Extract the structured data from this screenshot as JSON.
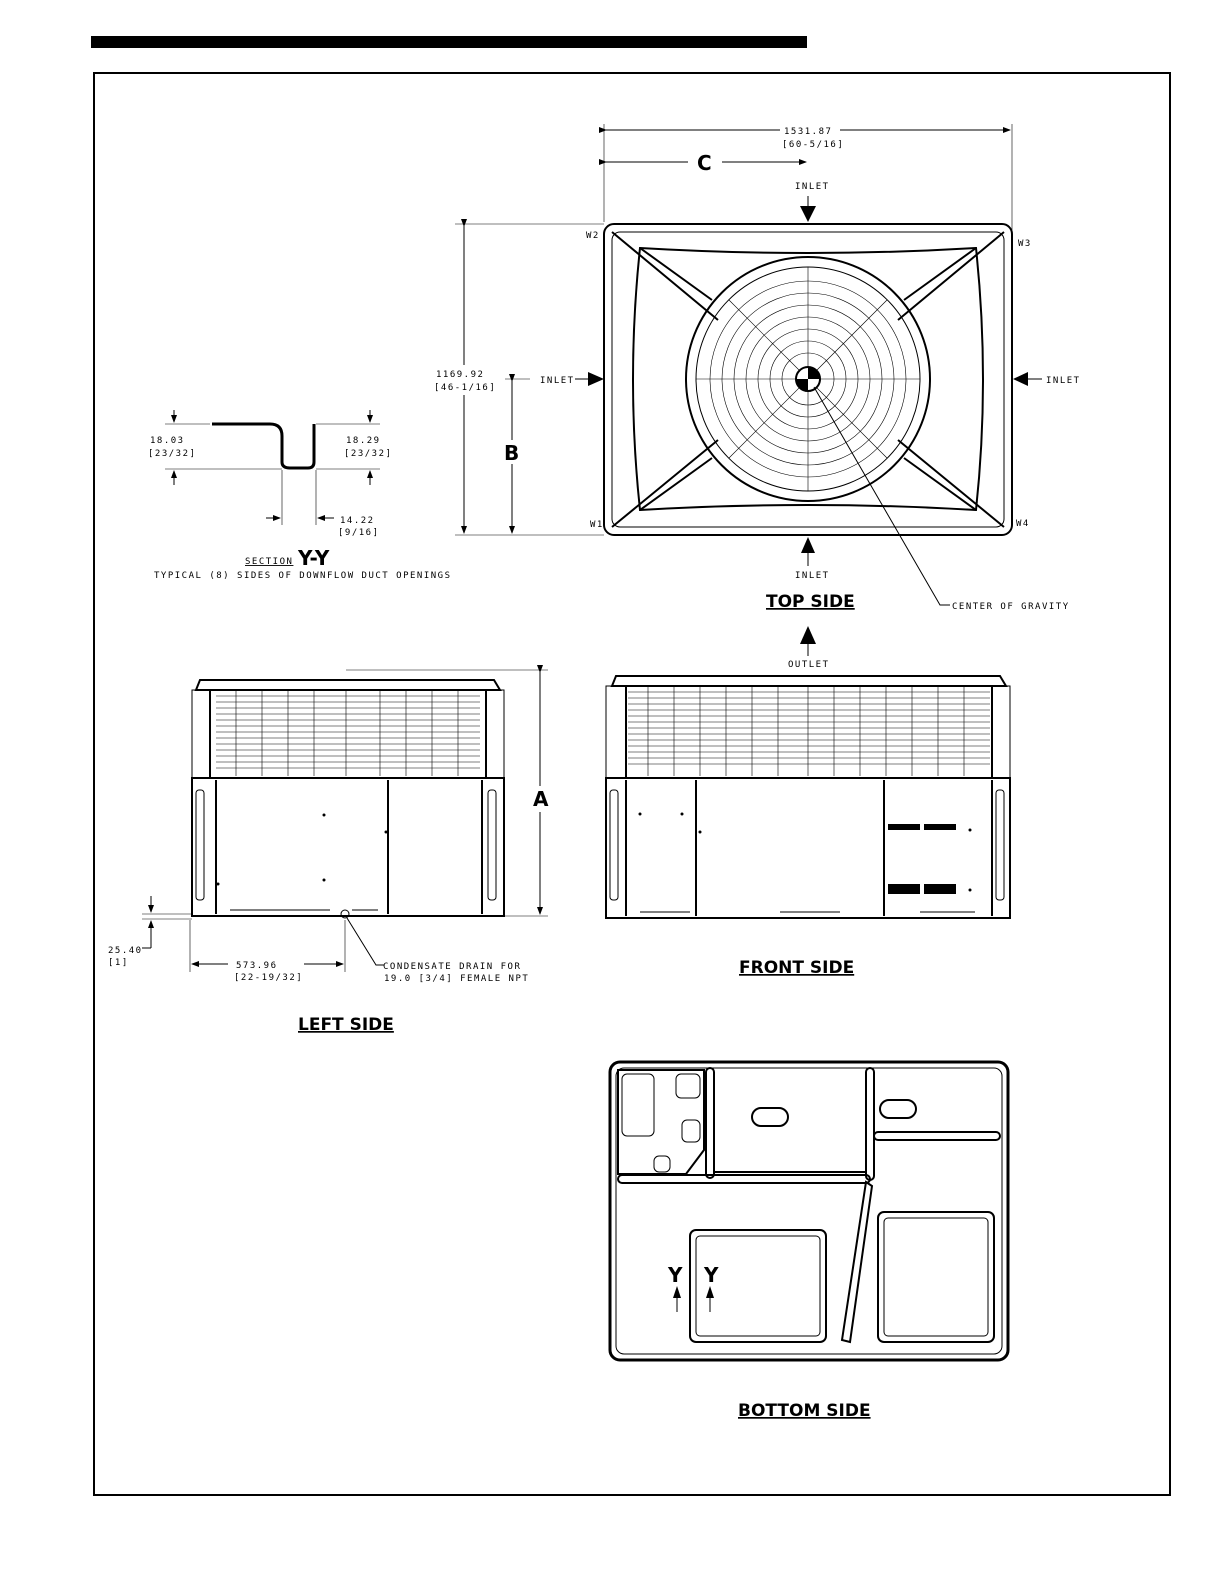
{
  "top_side": {
    "overall_width_mm": "1531.87",
    "overall_width_in": "[60-5/16]",
    "depth_mm": "1169.92",
    "depth_in": "[46-1/16]",
    "dim_c": "C",
    "dim_b": "B",
    "inlet_top": "INLET",
    "inlet_left": "INLET",
    "inlet_right": "INLET",
    "inlet_bottom": "INLET",
    "corner_w1": "W1",
    "corner_w2": "W2",
    "corner_w3": "W3",
    "corner_w4": "W4",
    "center_of_gravity": "CENTER OF GRAVITY",
    "view_title": "TOP SIDE"
  },
  "section_yy": {
    "left_height_mm": "18.03",
    "left_height_in": "[23/32]",
    "right_height_mm": "18.29",
    "right_height_in": "[23/32]",
    "width_mm": "14.22",
    "width_in": "[9/16]",
    "title_prefix": "SECTION",
    "title": "Y-Y",
    "caption": "TYPICAL (8) SIDES OF DOWNFLOW DUCT OPENINGS"
  },
  "left_side": {
    "dim_a": "A",
    "base_height_mm": "25.40",
    "base_height_in": "[1]",
    "drain_offset_mm": "573.96",
    "drain_offset_in": "[22-19/32]",
    "drain_note_line1": "CONDENSATE DRAIN FOR",
    "drain_note_line2": "19.0 [3/4] FEMALE NPT",
    "view_title": "LEFT SIDE"
  },
  "front_side": {
    "outlet": "OUTLET",
    "view_title": "FRONT SIDE"
  },
  "bottom_side": {
    "section_mark_left": "Y",
    "section_mark_right": "Y",
    "view_title": "BOTTOM SIDE"
  }
}
